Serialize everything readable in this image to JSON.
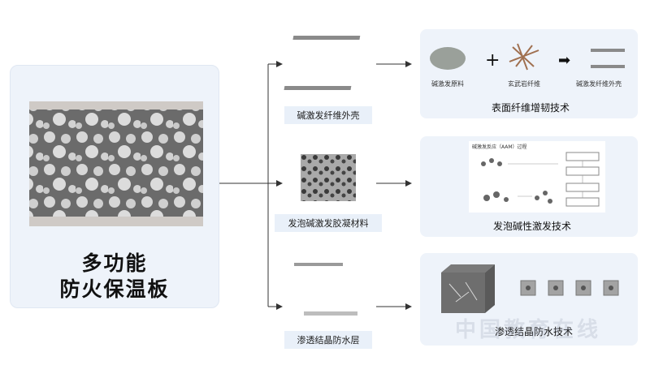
{
  "main_board": {
    "title_line1": "多功能",
    "title_line2": "防火保温板"
  },
  "layers": [
    {
      "label": "碱激发纤维外壳"
    },
    {
      "label": "发泡碱激发胶凝材料"
    },
    {
      "label": "渗透结晶防水层"
    }
  ],
  "techs": [
    {
      "title": "表面纤维增韧技术",
      "items": [
        "碱激发原料",
        "玄武岩纤维",
        "碱激发纤维外壳"
      ],
      "operators": [
        "+",
        "➡"
      ]
    },
    {
      "title": "发泡碱性激发技术",
      "figure_heading": "碱激发反应（AAM）过程"
    },
    {
      "title": "渗透结晶防水技术"
    }
  ],
  "watermark": "中国教育在线",
  "colors": {
    "panel": "#eef3fa",
    "label_bg": "#e9f0f9",
    "arrow": "#333333"
  }
}
